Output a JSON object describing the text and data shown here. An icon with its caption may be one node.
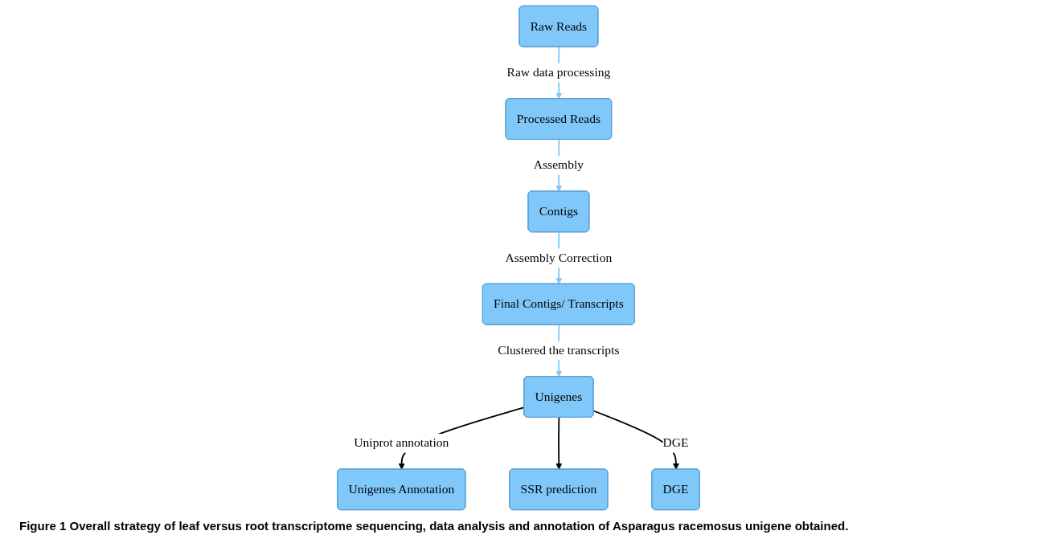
{
  "diagram": {
    "caption": "Figure 1 Overall strategy of leaf versus root transcriptome sequencing, data analysis and annotation of Asparagus racemosus unigene obtained.",
    "nodes": [
      {
        "text": [
          "Raw Reads"
        ]
      },
      {
        "text": [
          "Processed Reads"
        ]
      },
      {
        "text": [
          "Contigs"
        ]
      },
      {
        "text": [
          "Final Contigs/ Transcripts"
        ]
      },
      {
        "text": [
          "Unigenes"
        ]
      },
      {
        "text": [
          "Unigenes Annotation"
        ]
      },
      {
        "text": [
          "DGE"
        ]
      },
      {
        "text": [
          "SSR prediction"
        ]
      }
    ],
    "edges": [
      {
        "from": 0,
        "to": 1,
        "arrow": "to",
        "label": "Raw data processing"
      },
      {
        "from": 1,
        "to": 2,
        "arrow": "to",
        "label": "Assembly"
      },
      {
        "from": 2,
        "to": 3,
        "arrow": "to",
        "label": "Assembly Correction"
      },
      {
        "from": 3,
        "to": 4,
        "arrow": "to",
        "label": "Clustered the transcripts"
      },
      {
        "from": 4,
        "to": 5,
        "arrow": "to",
        "label": "Uniprot annotation",
        "color": "#000000"
      },
      {
        "from": 4,
        "to": 7,
        "arrow": "to",
        "color": "#000000"
      },
      {
        "from": 4,
        "to": 6,
        "arrow": "to",
        "label": "DGE",
        "color": "#000000"
      }
    ]
  }
}
